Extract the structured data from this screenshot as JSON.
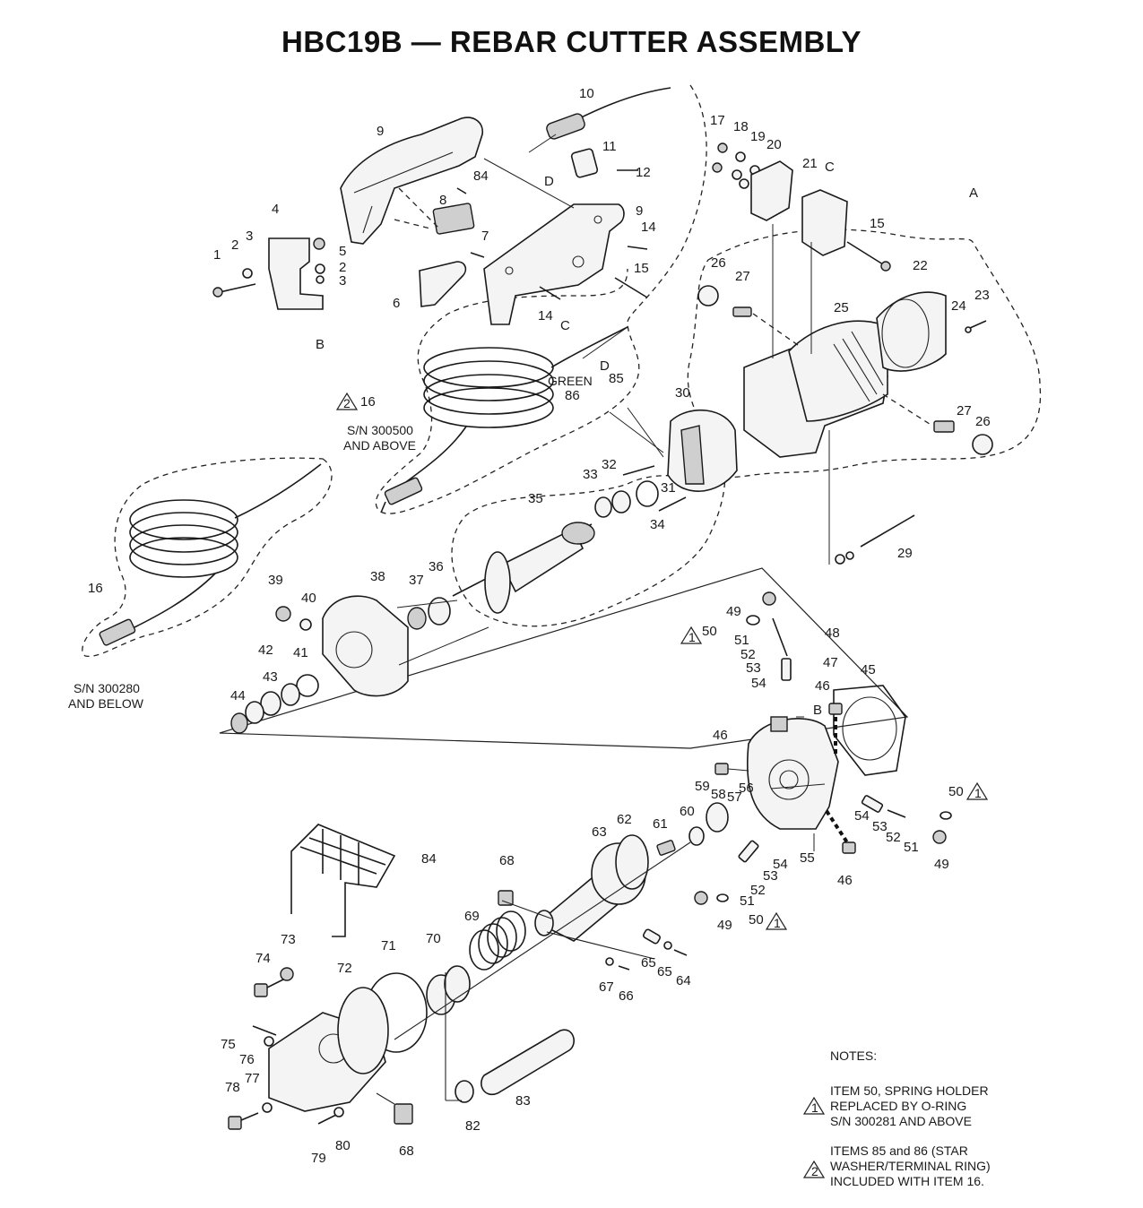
{
  "title": "HBC19B — REBAR CUTTER ASSEMBLY",
  "serial_labels": {
    "upper_line1": "S/N 300500",
    "upper_line2": "AND ABOVE",
    "lower_line1": "S/N 300280",
    "lower_line2": "AND BELOW"
  },
  "wire_label": "GREEN",
  "letter_refs": [
    "A",
    "B",
    "C",
    "D"
  ],
  "callouts": [
    "1",
    "2",
    "3",
    "4",
    "5",
    "6",
    "7",
    "8",
    "9",
    "10",
    "11",
    "12",
    "14",
    "15",
    "16",
    "17",
    "18",
    "19",
    "20",
    "21",
    "22",
    "23",
    "24",
    "25",
    "26",
    "27",
    "29",
    "30",
    "31",
    "32",
    "33",
    "34",
    "35",
    "36",
    "37",
    "38",
    "39",
    "40",
    "41",
    "42",
    "43",
    "44",
    "45",
    "46",
    "47",
    "48",
    "49",
    "50",
    "51",
    "52",
    "53",
    "54",
    "55",
    "56",
    "57",
    "58",
    "59",
    "60",
    "61",
    "62",
    "63",
    "64",
    "65",
    "66",
    "67",
    "68",
    "69",
    "70",
    "71",
    "72",
    "73",
    "74",
    "75",
    "76",
    "77",
    "78",
    "79",
    "80",
    "82",
    "83",
    "84",
    "85",
    "86"
  ],
  "notes": {
    "heading": "NOTES:",
    "note1_marker": "1",
    "note1_lines": [
      "ITEM 50, SPRING HOLDER",
      "REPLACED BY O-RING",
      "S/N 300281 AND ABOVE"
    ],
    "note2_marker": "2",
    "note2_lines": [
      "ITEMS 85 and 86 (STAR",
      "WASHER/TERMINAL RING)",
      "INCLUDED WITH ITEM 16."
    ]
  }
}
